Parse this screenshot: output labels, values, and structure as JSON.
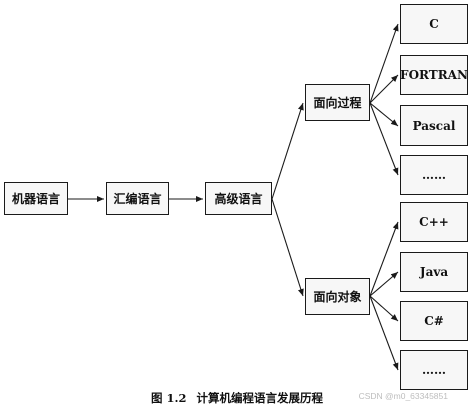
{
  "nodes": {
    "machine": "机器语言",
    "assembly": "汇编语言",
    "high_level": "高级语言",
    "procedural": "面向过程",
    "object_oriented": "面向对象",
    "proc_items": [
      "C",
      "FORTRAN",
      "Pascal",
      "……"
    ],
    "oo_items": [
      "C++",
      "Java",
      "C#",
      "……"
    ]
  },
  "caption": {
    "label": "图 1.2",
    "text": "计算机编程语言发展历程"
  },
  "watermark": "CSDN @m0_63345851"
}
